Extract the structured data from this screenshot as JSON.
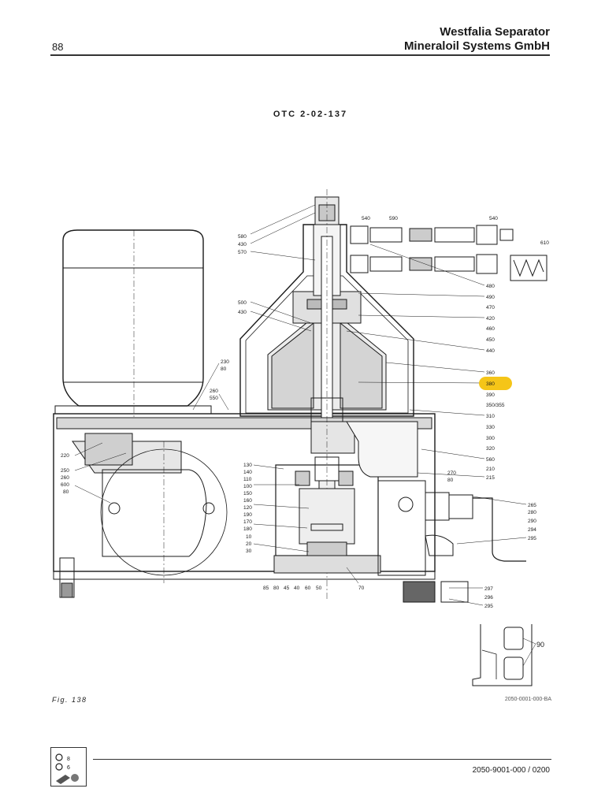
{
  "header": {
    "page_number": "88",
    "company_line1": "Westfalia Separator",
    "company_line2": "Mineraloil Systems GmbH"
  },
  "model_label": "OTC 2-02-137",
  "figure_label": "Fig. 138",
  "drawing_number": "2050-0001-000-BA",
  "footer": {
    "document_number": "2050-9001-000 / 0200"
  },
  "badge": {
    "values": [
      "8",
      "6"
    ]
  },
  "highlight": {
    "part": "380",
    "color": "#f5c518"
  },
  "callouts": {
    "left_upper": [
      "580",
      "430",
      "570",
      "500",
      "430"
    ],
    "left_mid": [
      "230",
      "80",
      "260",
      "550"
    ],
    "left_frame": [
      "220",
      "250",
      "260",
      "600",
      "80"
    ],
    "left_lower": [
      "130",
      "140",
      "110",
      "100",
      "150",
      "160",
      "120",
      "190",
      "170",
      "180",
      "10",
      "20",
      "30"
    ],
    "bottom": [
      "85",
      "80",
      "45",
      "40",
      "60",
      "50",
      "70"
    ],
    "top": [
      "540",
      "590",
      "540",
      "610"
    ],
    "right": [
      "480",
      "490",
      "470",
      "420",
      "460",
      "450",
      "440",
      "360",
      "380",
      "390",
      "350/355",
      "310",
      "330",
      "300",
      "320",
      "560",
      "210",
      "270",
      "80",
      "215",
      "265",
      "280",
      "290",
      "294",
      "295",
      "297",
      "296",
      "295"
    ],
    "inset": [
      "90"
    ]
  }
}
